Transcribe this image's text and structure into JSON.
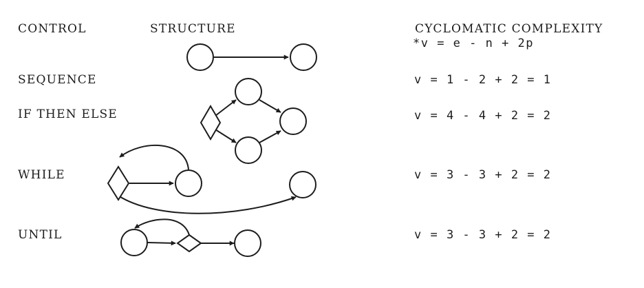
{
  "headers": {
    "control": "CONTROL",
    "structure": "STRUCTURE",
    "complexity": "CYCLOMATIC COMPLEXITY",
    "formula": "*v = e - n + 2p"
  },
  "rows": [
    {
      "control": "SEQUENCE",
      "formula": "v = 1 - 2 + 2 = 1"
    },
    {
      "control": "IF THEN ELSE",
      "formula": "v = 4 - 4 + 2 = 2"
    },
    {
      "control": "WHILE",
      "formula": "v = 3 - 3 + 2 = 2"
    },
    {
      "control": "UNTIL",
      "formula": "v = 3 - 3 + 2 = 2"
    }
  ]
}
